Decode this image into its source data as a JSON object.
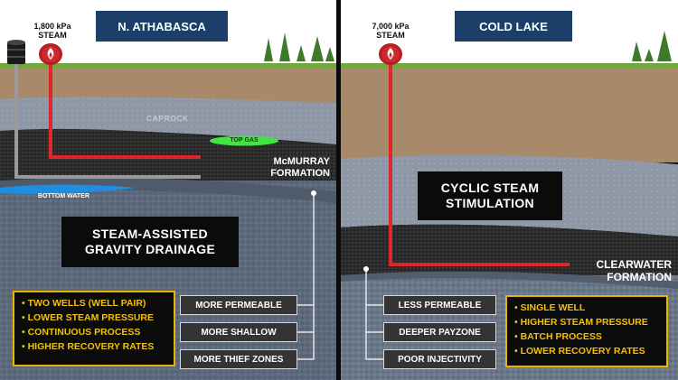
{
  "left": {
    "title": "N. ATHABASCA",
    "steam_pressure": "1,800 kPa",
    "steam_word": "STEAM",
    "caprock": "CAPROCK",
    "top_gas": "TOP GAS",
    "bottom_water": "BOTTOM WATER",
    "formation_line1": "McMURRAY",
    "formation_line2": "FORMATION",
    "process_line1": "STEAM-ASSISTED",
    "process_line2": "GRAVITY DRAINAGE",
    "features": [
      "TWO WELLS (WELL PAIR)",
      "LOWER STEAM PRESSURE",
      "CONTINUOUS PROCESS",
      "HIGHER RECOVERY RATES"
    ],
    "properties": [
      "MORE PERMEABLE",
      "MORE SHALLOW",
      "MORE THIEF ZONES"
    ]
  },
  "right": {
    "title": "COLD LAKE",
    "steam_pressure": "7,000 kPa",
    "steam_word": "STEAM",
    "formation_line1": "CLEARWATER",
    "formation_line2": "FORMATION",
    "process_line1": "CYCLIC STEAM",
    "process_line2": "STIMULATION",
    "properties": [
      "LESS PERMEABLE",
      "DEEPER PAYZONE",
      "POOR INJECTIVITY"
    ],
    "features": [
      "SINGLE WELL",
      "HIGHER STEAM PRESSURE",
      "BATCH PROCESS",
      "LOWER RECOVERY RATES"
    ]
  },
  "colors": {
    "sky": "#ffffff",
    "grass": "#6fa83a",
    "topsoil": "#a88a6a",
    "caprock": "#8c96a4",
    "oil_sand": "#2a2a2a",
    "deep_rock": "#5d6b7c",
    "steam_pipe": "#e0262a",
    "title_blue": "#1c3f6a",
    "highlight_yellow": "#e8b400",
    "top_gas_green": "#3fe63f",
    "bottom_water_blue": "#1e8fe0"
  },
  "icons": [
    "steam-burner-icon",
    "oil-barrel-icon",
    "tree-icon"
  ]
}
